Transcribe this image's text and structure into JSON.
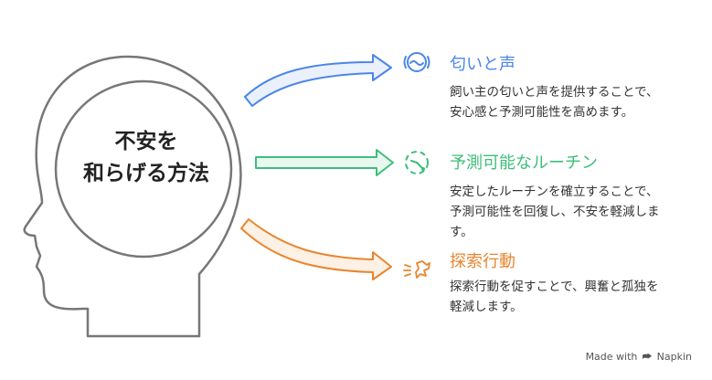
{
  "center": {
    "line1": "不安を",
    "line2": "和らげる方法"
  },
  "colors": {
    "blue": "#4A86E8",
    "green": "#3DBE7A",
    "orange": "#E8862E",
    "head_stroke": "#777777"
  },
  "items": [
    {
      "title": "匂いと声",
      "desc1": "飼い主の匂いと声を提供することで、",
      "desc2": "安心感と予測可能性を高めます。",
      "icon": "smell-wave-icon"
    },
    {
      "title": "予測可能なルーチン",
      "desc1": "安定したルーチンを確立することで、",
      "desc2": "予測可能性を回復し、不安を軽減しま",
      "desc3": "す。",
      "icon": "routine-clock-icon"
    },
    {
      "title": "探索行動",
      "desc1": "探索行動を促すことで、興奮と孤独を",
      "desc2": "軽減します。",
      "icon": "explore-burst-icon"
    }
  ],
  "watermark": {
    "prefix": "Made with",
    "brand": "Napkin"
  }
}
